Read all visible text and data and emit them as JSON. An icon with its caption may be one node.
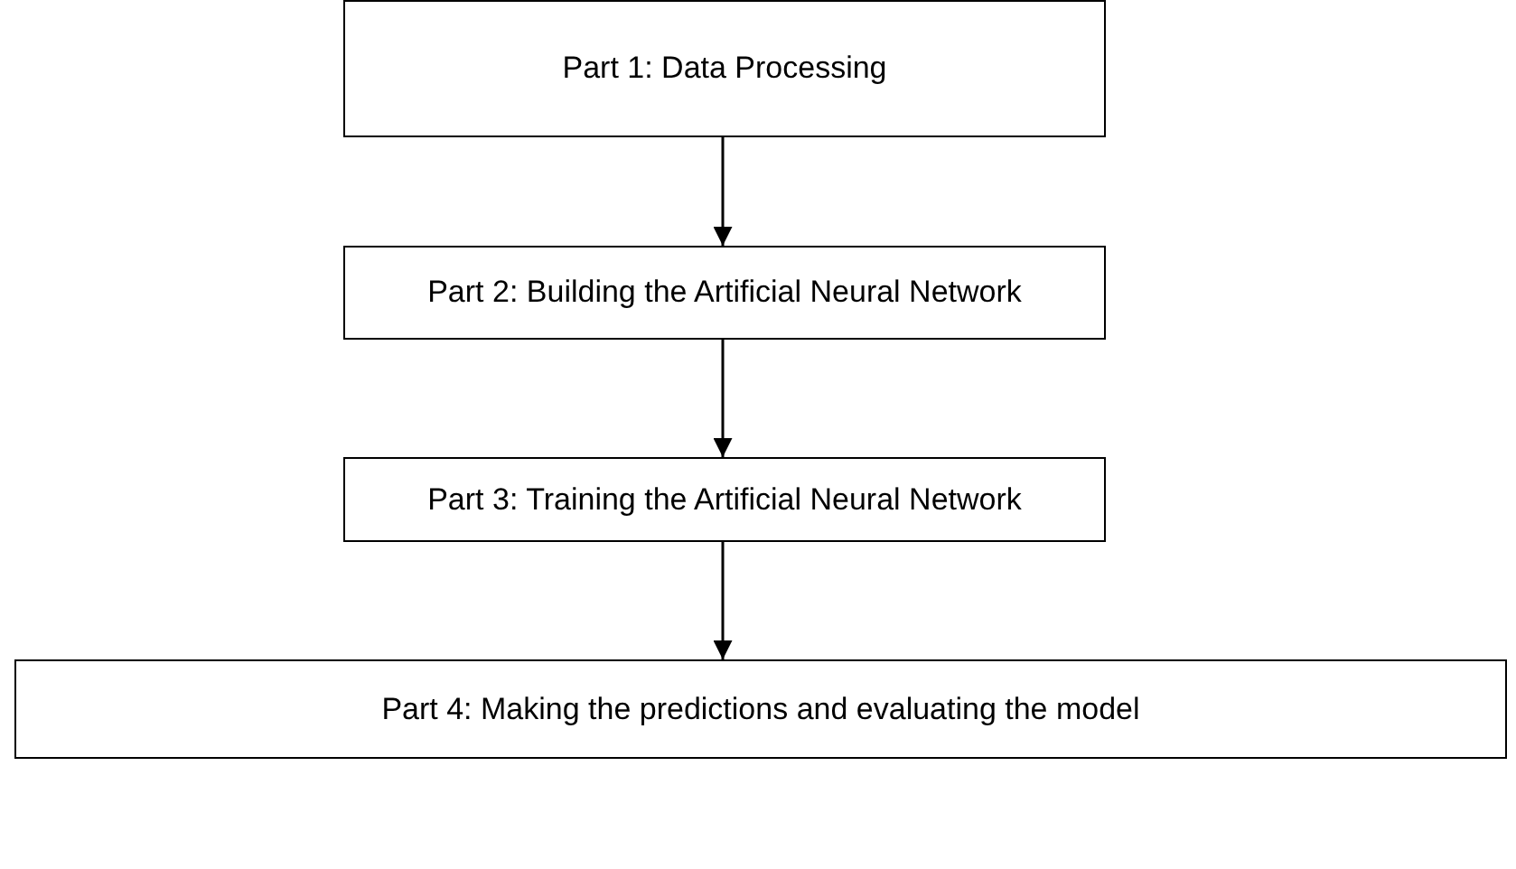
{
  "diagram": {
    "nodes": [
      {
        "text": [
          "Part 1: Data Processing"
        ]
      },
      {
        "text": [
          "Part 2: Building the Artificial Neural Network"
        ]
      },
      {
        "text": [
          "Part 3: Training the Artificial Neural Network"
        ]
      },
      {
        "text": [
          "Part 4: Making the predictions and evaluating the model"
        ]
      }
    ],
    "edges": [
      {
        "from": 0,
        "to": 1,
        "arrow": "to"
      },
      {
        "from": 1,
        "to": 2,
        "arrow": "to"
      },
      {
        "from": 2,
        "to": 3,
        "arrow": "to"
      }
    ]
  }
}
